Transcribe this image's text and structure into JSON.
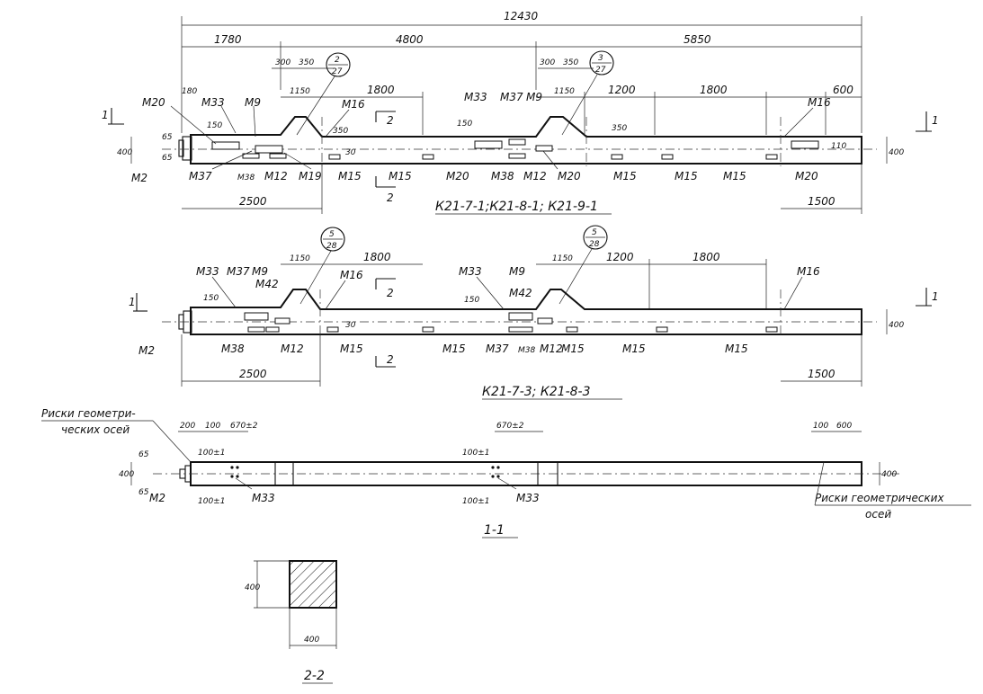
{
  "sheet": {
    "view1": {
      "title": "К21-7-1;К21-8-1; К21-9-1",
      "dims_top": {
        "overall": "12430",
        "d1": "1780",
        "d2": "4800",
        "d3": "5850",
        "a300": "300",
        "a350": "350",
        "b300": "300",
        "b350": "350",
        "s1150a": "1150",
        "s1800a": "1800",
        "s1150b": "1150",
        "s1200": "1200",
        "s1800b": "1800",
        "s600": "600",
        "s180": "180"
      },
      "dims_side": {
        "h400l": "400",
        "h400r": "400",
        "v65a": "65",
        "v65b": "65",
        "v150a": "150",
        "v350a": "350",
        "v30": "30",
        "v150b": "150",
        "v350b": "350",
        "v110": "110"
      },
      "dims_bottom": {
        "left": "2500",
        "right": "1500"
      },
      "callouts": {
        "c1_num": "2",
        "c1_den": "27",
        "c2_num": "3",
        "c2_den": "27"
      },
      "section_mark": "1",
      "section_mark_r": "1",
      "cut_mark_top": "2",
      "cut_mark_bottom": "2",
      "labels": [
        "М20",
        "М33",
        "М9",
        "М16",
        "М33",
        "М37",
        "М9",
        "М16",
        "М2",
        "М37",
        "М38",
        "М12",
        "М19",
        "М15",
        "М15",
        "М20",
        "М38",
        "М12",
        "М20",
        "М15",
        "М15",
        "М15",
        "М20"
      ]
    },
    "view2": {
      "title": "К21-7-3; К21-8-3",
      "dims_top": {
        "s1150a": "1150",
        "s1800a": "1800",
        "s1150b": "1150",
        "s1200": "1200",
        "s1800b": "1800"
      },
      "dims_side": {
        "h400": "400",
        "v150a": "150",
        "v30": "30",
        "v150b": "150"
      },
      "dims_bottom": {
        "left": "2500",
        "right": "1500"
      },
      "callouts": {
        "c1_num": "5",
        "c1_den": "28",
        "c2_num": "5",
        "c2_den": "28"
      },
      "section_mark": "1",
      "section_mark_r": "1",
      "cut_mark_top": "2",
      "cut_mark_bottom": "2",
      "labels": [
        "М33",
        "М37",
        "М9",
        "М42",
        "М16",
        "М33",
        "М9",
        "М42",
        "М16",
        "М2",
        "М38",
        "М12",
        "М15",
        "М15",
        "М37",
        "М38",
        "М12",
        "М15",
        "М15",
        "М15"
      ]
    },
    "view3": {
      "title": "1-1",
      "note_left_1": "Риски геометри-",
      "note_left_2": "ческих осей",
      "note_right_1": "Риски геометрических",
      "note_right_2": "осей",
      "dims": {
        "d200": "200",
        "d100a": "100",
        "d670a": "670±2",
        "d670b": "670±2",
        "d100b": "100",
        "d600": "600",
        "h400l": "400",
        "h400r": "400",
        "v65": "65",
        "v65b": "65",
        "v100a": "100±1",
        "v100b": "100±1",
        "v100c": "100±1",
        "v100d": "100±1"
      },
      "labels": {
        "m2": "М2",
        "m33a": "М33",
        "m33b": "М33"
      }
    },
    "view4": {
      "title": "2-2",
      "dims": {
        "h": "400",
        "w": "400"
      }
    }
  }
}
